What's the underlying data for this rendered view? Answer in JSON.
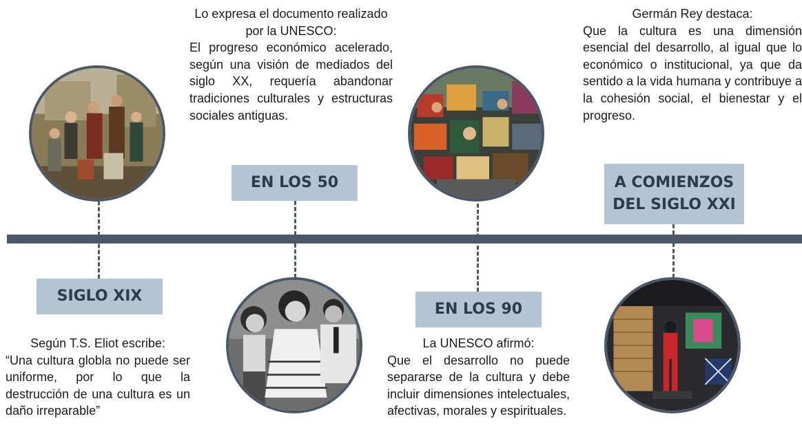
{
  "events": [
    {
      "label": "SIGLO XIX",
      "heading": "Según T.S. Eliot escribe:",
      "body": "“Una cultura globla no puede ser uniforme, por lo que la destrucción de una cultura es un daño irreparable”",
      "image": "nineteenth-century-painting"
    },
    {
      "label": "EN LOS 50",
      "heading": "Lo expresa el documento realizado por la UNESCO:",
      "body": "El progreso económico acelerado, según una visión de mediados del siglo XX, requería abandonar tradiciones culturales y estructuras sociales antiguas.",
      "image": "1950s-family-photo"
    },
    {
      "label": "EN LOS 90",
      "heading": "La UNESCO afirmó:",
      "body": "Que el desarrollo no puede separarse de la cultura y debe incluir dimensiones intelectuales, afectivas, morales y espirituales.",
      "image": "1990s-crowd-collage"
    },
    {
      "label": "A COMIENZOS\nDEL SIGLO XXI",
      "heading": "Germán Rey destaca:",
      "body": "Que la cultura es una dimensión esencial del desarrollo, al igual que lo económico o institucional, ya que da sentido a la vida humana y contribuye a la cohesión social, el bienestar y el progreso.",
      "image": "museum-exhibit-photo"
    }
  ],
  "colors": {
    "timeline": "#4a5869",
    "label_bg": "#b3c4d4",
    "label_text": "#2e3b4c"
  }
}
